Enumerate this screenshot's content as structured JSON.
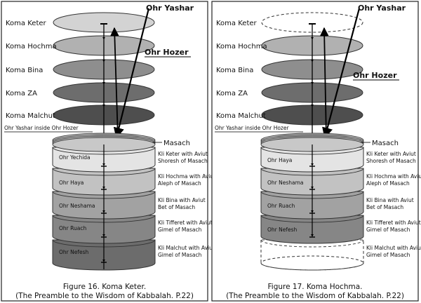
{
  "panels": [
    {
      "koma": [
        "Koma Keter",
        "Koma Hochma",
        "Koma Bina",
        "Koma ZA",
        "Koma Malchut"
      ],
      "koma_fills": [
        "#d3d3d3",
        "#b1b1b1",
        "#8e8e8e",
        "#6d6d6d",
        "#4e4e4e"
      ],
      "koma_dashed": [
        false,
        false,
        false,
        false,
        false
      ],
      "ohr_yashar": "Ohr Yashar",
      "ohr_hozer": "Ohr Hozer",
      "yashar_inside": "Ohr Yashar inside Ohr Hozer",
      "masach": "Masach",
      "lights": [
        "Ohr Yechida",
        "Ohr Haya",
        "Ohr Neshama",
        "Ohr Ruach",
        "Ohr Nefesh"
      ],
      "band_fills": [
        "#e4e4e4",
        "#c2c2c2",
        "#a2a2a2",
        "#868686",
        "#6c6c6c"
      ],
      "band_dashed": [
        false,
        false,
        false,
        false,
        false
      ],
      "kli": [
        [
          "Kli Keter with Aviut",
          "Shoresh of Masach"
        ],
        [
          "Kli Hochma with Aviut",
          "Aleph of Masach"
        ],
        [
          "Kli Bina with Aviut",
          "Bet of Masach"
        ],
        [
          "Kli Tifferet with Aviut",
          "Gimel of Masach"
        ],
        [
          "Kli Malchut with Aviut",
          "Gimel of Masach"
        ]
      ],
      "caption": [
        "Figure 16. Koma Keter.",
        "(The Preamble to the Wisdom of Kabbalah. P.22)"
      ]
    },
    {
      "koma": [
        "Koma Keter",
        "Koma Hochma",
        "Koma Bina",
        "Koma ZA",
        "Koma Malchut"
      ],
      "koma_fills": [
        "#ffffff",
        "#b1b1b1",
        "#8e8e8e",
        "#6d6d6d",
        "#4e4e4e"
      ],
      "koma_dashed": [
        true,
        false,
        false,
        false,
        false
      ],
      "ohr_yashar": "Ohr Yashar",
      "ohr_hozer": "Ohr Hozer",
      "yashar_inside": "Ohr Yashar inside Ohr Hozer",
      "masach": "Masach",
      "lights": [
        "Ohr Haya",
        "Ohr Neshama",
        "Ohr Ruach",
        "Ohr Nefesh"
      ],
      "band_fills": [
        "#e4e4e4",
        "#c2c2c2",
        "#a2a2a2",
        "#868686",
        "#ffffff"
      ],
      "band_dashed": [
        false,
        false,
        false,
        false,
        true
      ],
      "kli": [
        [
          "Kli Keter with Aviut",
          "Shoresh of Masach"
        ],
        [
          "Kli Hochma with Aviut",
          "Aleph of Masach"
        ],
        [
          "Kli Bina with Aviut",
          "Bet of Masach"
        ],
        [
          "Kli Tifferet with Aviut",
          "Gimel of Masach"
        ],
        [
          "Kli Malchut with Aviut",
          "Gimel of Masach"
        ]
      ],
      "caption": [
        "Figure 17. Koma Hochma.",
        "(The Preamble to the Wisdom of Kabbalah. P.22)"
      ]
    }
  ]
}
